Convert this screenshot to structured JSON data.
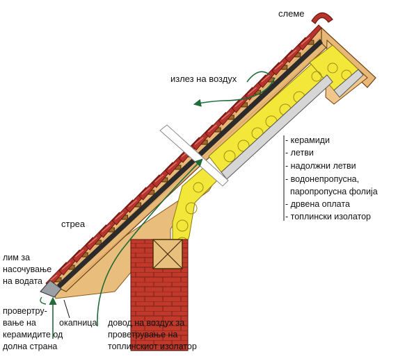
{
  "labels": {
    "ridge": "слеме",
    "air_exit": "излез на воздух",
    "eave": "стреа",
    "flashing": [
      "лим за",
      "насочување",
      "на водата"
    ],
    "tile_vent": [
      "провертру-",
      "вање на",
      "керамидите од",
      "долна страна"
    ],
    "drip": "окапница",
    "air_intake": [
      "довод на воздух за",
      "проветрување на",
      "топлинскиот изолатор"
    ]
  },
  "legend": [
    "- керамиди",
    "- летви",
    "- надолжни летви",
    "- водонепропусна,",
    "  паропропусна фолија",
    "- дрвена оплата",
    "- топлински изолатор"
  ],
  "colors": {
    "tile": "#b5342e",
    "tile_edge": "#6e1712",
    "wood": "#e8b877",
    "wood_dark": "#c98e4a",
    "insulation": "#f3e83a",
    "brick": "#c0392b",
    "arrow": "#1f6b3a"
  }
}
